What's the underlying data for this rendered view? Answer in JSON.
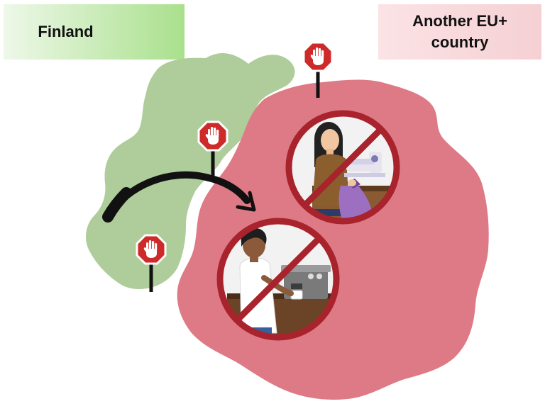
{
  "labels": {
    "left_country": "Finland",
    "right_country_line1": "Another EU+",
    "right_country_line2": "country"
  },
  "colors": {
    "left_label_bg_start": "#eef8e9",
    "left_label_bg_end": "#a9e08c",
    "right_label_bg": "#f7d6d9",
    "finland_region": "#aecd9b",
    "other_region": "#de7a86",
    "prohibition": "#a8232c",
    "stop_sign": "#cf2a2a",
    "arrow": "#111111"
  },
  "icons": {
    "stop_sign": "hand-stop-sign-icon",
    "prohibition": "no-entry-icon",
    "arrow": "curved-arrow-icon"
  }
}
